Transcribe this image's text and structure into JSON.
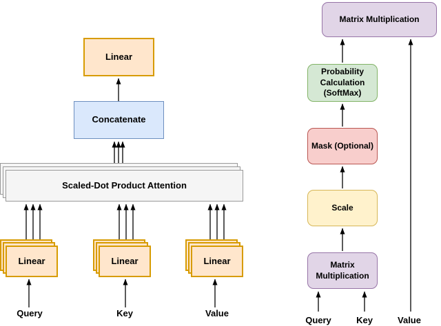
{
  "multi_head": {
    "output_linear_label": "Linear",
    "concatenate_label": "Concatenate",
    "attention_label": "Scaled-Dot Product Attention",
    "stacks": [
      {
        "label": "Linear",
        "input": "Query"
      },
      {
        "label": "Linear",
        "input": "Key"
      },
      {
        "label": "Linear",
        "input": "Value"
      }
    ]
  },
  "scaled_dot": {
    "matmul_top_label": "Matrix Multiplication",
    "softmax_label": "Probability\nCalculation\n(SoftMax)",
    "mask_label": "Mask (Optional)",
    "scale_label": "Scale",
    "matmul_bottom_label": "Matrix\nMultiplication",
    "inputs": [
      "Query",
      "Key",
      "Value"
    ]
  },
  "colors": {
    "orange_fill": "#FFE6CC",
    "orange_stroke": "#D79B00",
    "blue_fill": "#DAE8FC",
    "blue_stroke": "#6C8EBF",
    "gray_fill": "#F5F5F5",
    "gray_stroke": "#999999",
    "purple_fill": "#E1D5E7",
    "purple_stroke": "#9673A6",
    "green_fill": "#D5E8D4",
    "green_stroke": "#82B366",
    "red_fill": "#F8CECC",
    "red_stroke": "#B85450",
    "yellow_fill": "#FFF2CC",
    "yellow_stroke": "#D6B656",
    "arrow": "#000000"
  }
}
